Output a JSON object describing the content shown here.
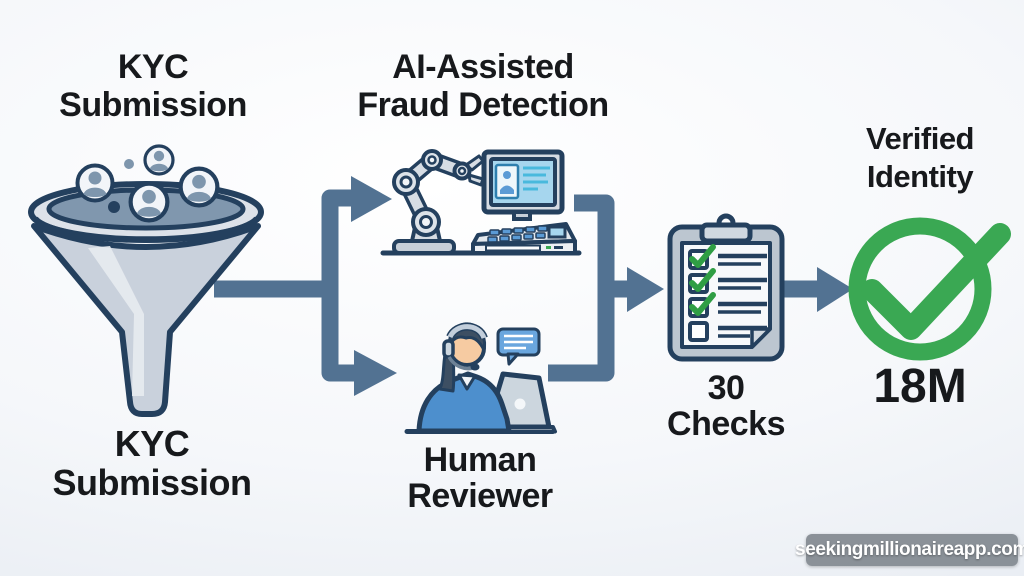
{
  "diagram": {
    "stages": {
      "kyc": {
        "line1": "KYC",
        "line2": "Submission"
      },
      "kyc_caption_bottom": {
        "line1": "KYC",
        "line2": "Submission"
      },
      "ai": {
        "line1": "AI-Assisted",
        "line2": "Fraud Detection"
      },
      "human": {
        "line1": "Human",
        "line2": "Reviewer"
      },
      "checks": {
        "line1": "30",
        "line2": "Checks"
      },
      "verified": {
        "line1": "Verified",
        "line2": "Identity",
        "count": "18M"
      }
    },
    "flow": [
      "kyc-submission -> ai-fraud-detection",
      "kyc-submission -> human-reviewer",
      "ai-fraud-detection -> 30-checks",
      "human-reviewer -> 30-checks",
      "30-checks -> verified-identity"
    ],
    "checklist": {
      "total_items": 4,
      "checked_items": 3
    },
    "icons": {
      "kyc": "funnel-with-users-icon",
      "ai": "robot-arm-and-terminal-icon",
      "human": "agent-headset-laptop-icon",
      "human_extra": "chat-bubble-icon",
      "checks": "clipboard-checklist-icon",
      "verified": "green-circle-check-icon"
    }
  },
  "watermark": {
    "text": "seekingmillionaireapp.com"
  },
  "palette": {
    "background_center": "#ffffff",
    "background_edge": "#e5eaf1",
    "arrow": "#527292",
    "outline": "#24405e",
    "text": "#17191c",
    "icon_gray": "#d5dbe2",
    "funnel_liquid": "#8097ae",
    "screen_blue": "#a6d6ee",
    "shirt_blue": "#4d8fcd",
    "bubble_blue": "#6aa6de",
    "check_green": "#2f9e44",
    "success_green": "#3aa853",
    "watermark_bg": "#82888f",
    "watermark_text": "#ffffff"
  }
}
